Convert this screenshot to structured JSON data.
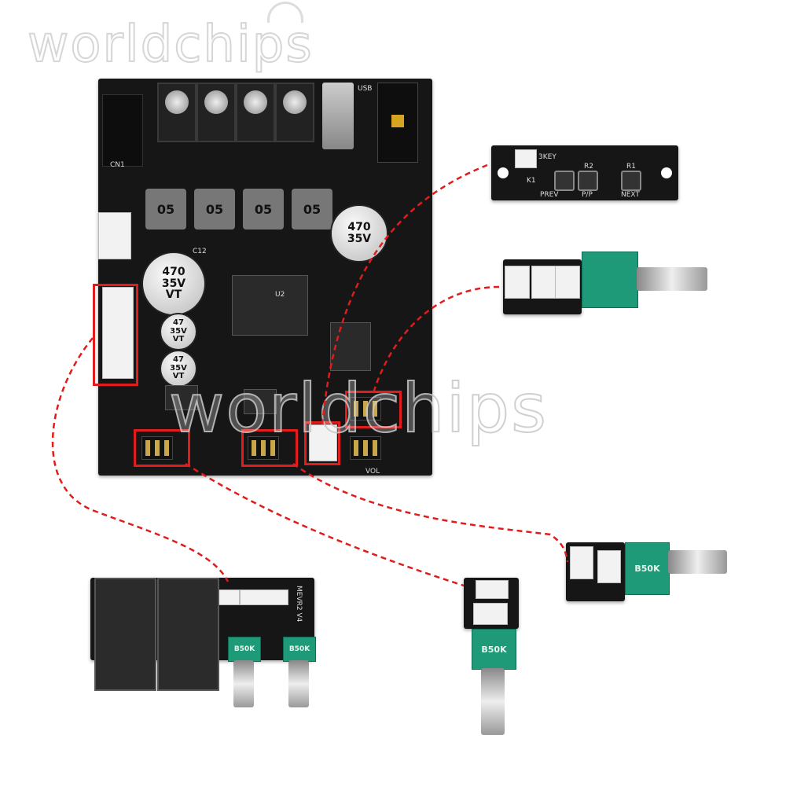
{
  "watermark": {
    "top": "worldchips",
    "center": "worldchips"
  },
  "main_board": {
    "inductor_label": "05",
    "big_cap": "470\n35V\nVT",
    "side_cap": "470\n35V",
    "small_cap": "47\n35V\nVT",
    "labels": {
      "usb": "USB",
      "vol": "VOL",
      "cn1": "CN1",
      "u2": "U2",
      "c12": "C12"
    }
  },
  "key_board": {
    "title": "3KEY",
    "buttons": [
      "PREV",
      "P/P",
      "NEXT"
    ],
    "labels": [
      "K1",
      "R2",
      "R1"
    ]
  },
  "pot_right": {
    "value": "B50K"
  },
  "pot_bottom": {
    "value": "B50K"
  },
  "jack_board": {
    "label": "MEVR2 V4",
    "pots": [
      "B50K",
      "B50K"
    ]
  },
  "colors": {
    "pcb": "#161616",
    "highlight": "#e01c1c",
    "pot": "#1e9a78"
  }
}
